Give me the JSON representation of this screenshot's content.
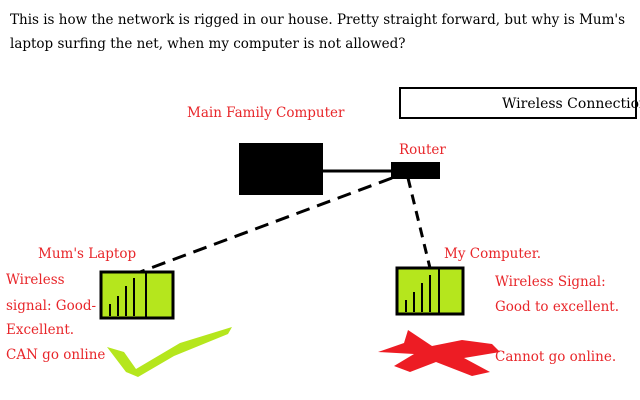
{
  "intro": {
    "line1": "This is how the network is rigged in our house.  Pretty straight forward, but why is Mum's",
    "line2": "laptop surfing the net, when my computer is not allowed?"
  },
  "legend": {
    "label": "Wireless Connection"
  },
  "labels": {
    "main_computer": "Main Family Computer",
    "router": "Router",
    "mums_laptop": "Mum's Laptop",
    "my_computer": "My Computer."
  },
  "mums_laptop_notes": {
    "line1": "Wireless",
    "line2": "signal: Good-",
    "line3": "Excellent.",
    "line4": "CAN go online"
  },
  "my_computer_notes": {
    "line1": "Wireless Signal:",
    "line2": "Good to excellent.",
    "line3": "Cannot go online."
  },
  "colors": {
    "annotation_red": "#e8262a",
    "device_green": "#b5e61d",
    "cross_red": "#ed1c24"
  },
  "icons": {
    "check": "check-icon",
    "cross": "cross-icon"
  }
}
